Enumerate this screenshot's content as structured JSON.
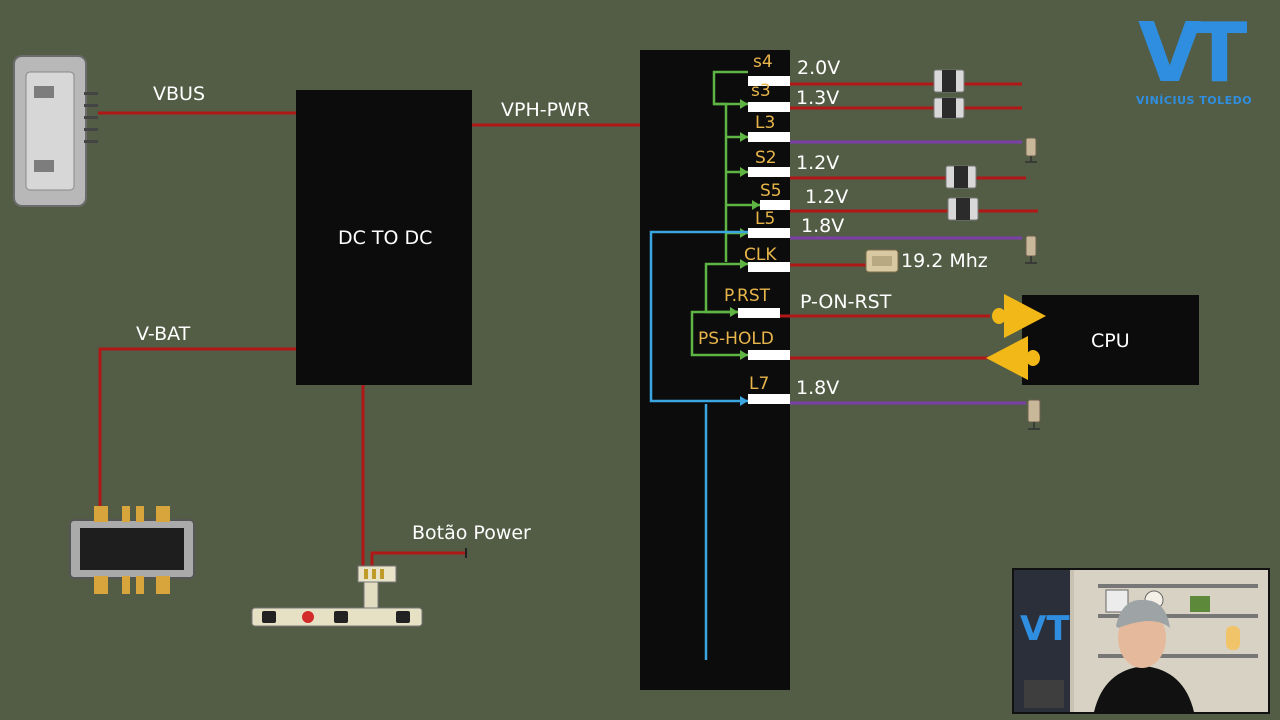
{
  "labels": {
    "vbus": "VBUS",
    "vph_pwr": "VPH-PWR",
    "v_bat": "V-BAT",
    "botao_power": "Botão Power",
    "dc_to_dc": "DC TO DC",
    "cpu": "CPU",
    "p_on_rst": "P-ON-RST",
    "clk_freq": "19.2 Mhz"
  },
  "pins": [
    {
      "name": "s4",
      "voltage": "2.0V"
    },
    {
      "name": "s3",
      "voltage": "1.3V"
    },
    {
      "name": "L3",
      "voltage": ""
    },
    {
      "name": "S2",
      "voltage": "1.2V"
    },
    {
      "name": "S5",
      "voltage": "1.2V"
    },
    {
      "name": "L5",
      "voltage": "1.8V"
    },
    {
      "name": "CLK",
      "voltage": ""
    },
    {
      "name": "P.RST",
      "voltage": ""
    },
    {
      "name": "PS-HOLD",
      "voltage": ""
    },
    {
      "name": "L7",
      "voltage": "1.8V"
    }
  ],
  "logo": {
    "mark": "VT",
    "subtitle": "VINÍCIUS TOLEDO"
  },
  "colors": {
    "background": "#535d45",
    "block": "#0c0c0c",
    "power_line": "#b01818",
    "ldo_line": "#7a3fa8",
    "enable_line": "#5fb544",
    "ps_hold_loop": "#3aa6df",
    "arrow": "#f2b818",
    "pin_label": "#e8b54a",
    "logo": "#2f8ee0"
  }
}
